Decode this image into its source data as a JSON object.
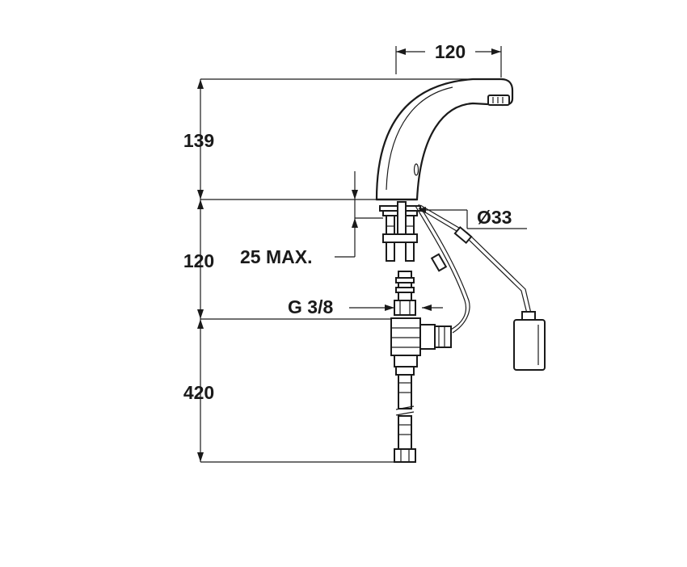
{
  "dimensions": {
    "spout_reach": "120",
    "spout_height": "139",
    "body_height": "120",
    "hose_length": "420",
    "deck_max": "25 MAX.",
    "hole_diameter": "Ø33",
    "connection": "G 3/8"
  },
  "colors": {
    "line": "#1a1a1a",
    "background": "#ffffff"
  }
}
